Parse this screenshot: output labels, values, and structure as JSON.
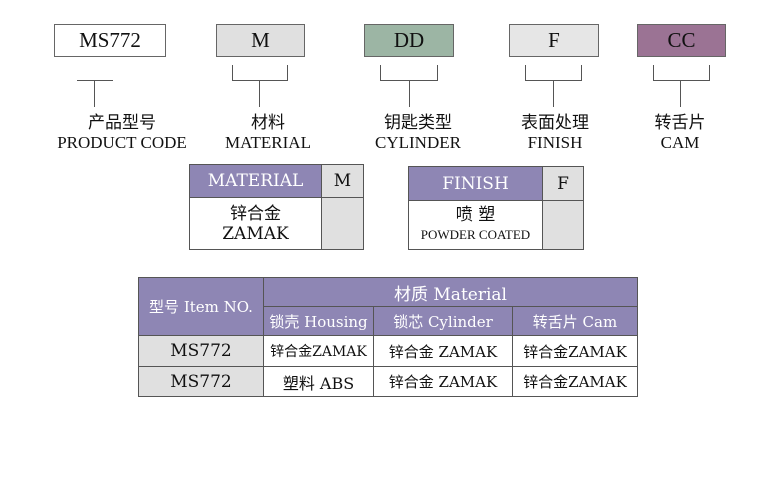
{
  "codes": [
    {
      "value": "MS772",
      "color": "#ffffff",
      "cn": "产品型号",
      "en": "PRODUCT CODE"
    },
    {
      "value": "M",
      "color": "#e0e0e0",
      "cn": "材料",
      "en": "MATERIAL"
    },
    {
      "value": "DD",
      "color": "#9cb5a4",
      "cn": "钥匙类型",
      "en": "CYLINDER"
    },
    {
      "value": "F",
      "color": "#e6e6e6",
      "cn": "表面处理",
      "en": "FINISH"
    },
    {
      "value": "CC",
      "color": "#9b7394",
      "cn": "转舌片",
      "en": "CAM"
    }
  ],
  "material_box": {
    "header": "MATERIAL",
    "code": "M",
    "cn": "锌合金",
    "en": "ZAMAK"
  },
  "finish_box": {
    "header": "FINISH",
    "code": "F",
    "cn": "喷 塑",
    "en": "POWDER COATED"
  },
  "table": {
    "item_header": "型号 Item NO.",
    "material_header": "材质 Material",
    "columns": [
      "锁壳 Housing",
      "锁芯 Cylinder",
      "转舌片 Cam"
    ],
    "rows": [
      {
        "item": "MS772",
        "cells": [
          "锌合金ZAMAK",
          "锌合金 ZAMAK",
          "锌合金ZAMAK"
        ]
      },
      {
        "item": "MS772",
        "cells": [
          "塑料 ABS",
          "锌合金 ZAMAK",
          "锌合金ZAMAK"
        ]
      }
    ]
  }
}
